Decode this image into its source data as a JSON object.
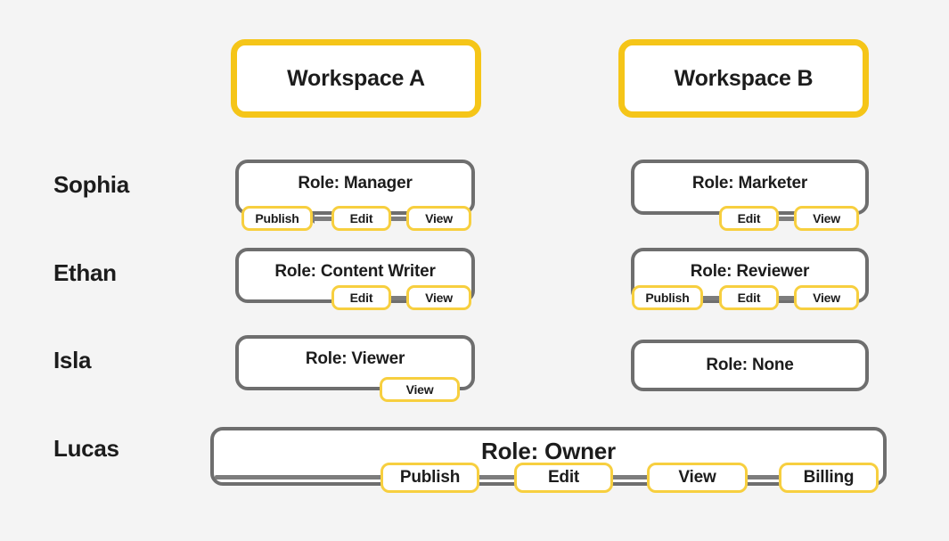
{
  "theme": {
    "background": "#f4f4f4",
    "accent_yellow": "#f5c518",
    "pill_border": "#f7cf3f",
    "card_border": "#6e6e6e",
    "connector": "#7d7d7d",
    "text": "#1c1c1c"
  },
  "columns": [
    {
      "id": "workspace-a",
      "label": "Workspace A"
    },
    {
      "id": "workspace-b",
      "label": "Workspace B"
    }
  ],
  "people": [
    {
      "id": "sophia",
      "name": "Sophia"
    },
    {
      "id": "ethan",
      "name": "Ethan"
    },
    {
      "id": "isla",
      "name": "Isla"
    },
    {
      "id": "lucas",
      "name": "Lucas"
    }
  ],
  "cells": {
    "sophia_a": {
      "role_label": "Role: Manager",
      "permissions": [
        "Publish",
        "Edit",
        "View"
      ]
    },
    "sophia_b": {
      "role_label": "Role: Marketer",
      "permissions": [
        "Edit",
        "View"
      ]
    },
    "ethan_a": {
      "role_label": "Role: Content Writer",
      "permissions": [
        "Edit",
        "View"
      ]
    },
    "ethan_b": {
      "role_label": "Role: Reviewer",
      "permissions": [
        "Publish",
        "Edit",
        "View"
      ]
    },
    "isla_a": {
      "role_label": "Role: Viewer",
      "permissions": [
        "View"
      ]
    },
    "isla_b": {
      "role_label": "Role: None",
      "permissions": []
    },
    "lucas_all": {
      "role_label": "Role: Owner",
      "permissions": [
        "Publish",
        "Edit",
        "View",
        "Billing"
      ]
    }
  },
  "pill_labels": {
    "sophia_a_publish": "Publish",
    "sophia_a_edit": "Edit",
    "sophia_a_view": "View",
    "sophia_b_edit": "Edit",
    "sophia_b_view": "View",
    "ethan_a_edit": "Edit",
    "ethan_a_view": "View",
    "ethan_b_publish": "Publish",
    "ethan_b_edit": "Edit",
    "ethan_b_view": "View",
    "isla_a_view": "View",
    "lucas_publish": "Publish",
    "lucas_edit": "Edit",
    "lucas_view": "View",
    "lucas_billing": "Billing"
  }
}
